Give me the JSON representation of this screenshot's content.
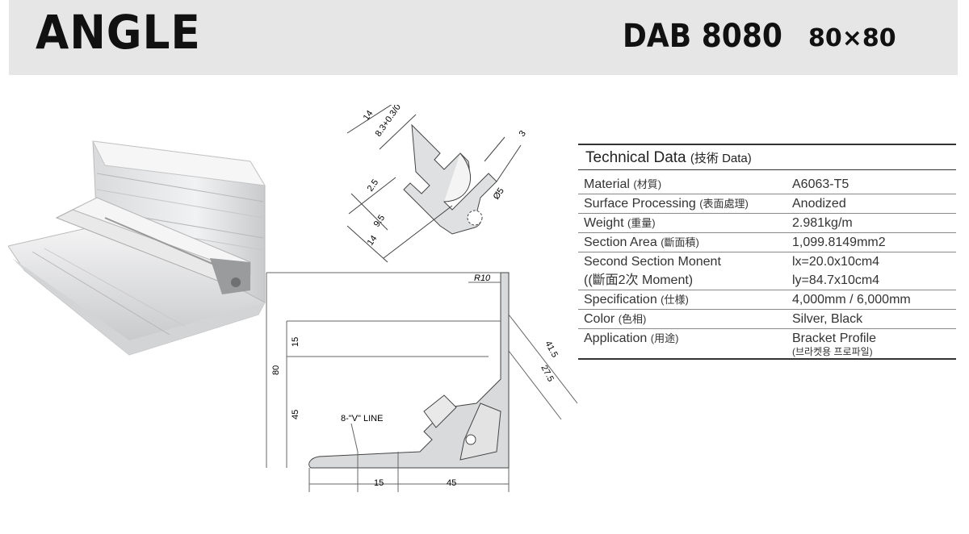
{
  "header": {
    "title": "ANGLE",
    "model": "DAB 8080",
    "size": "80×80"
  },
  "technical_data": {
    "heading": "Technical Data",
    "heading_sub": "(技術 Data)",
    "rows": [
      {
        "label": "Material",
        "label_sub": "(材質)",
        "value": "A6063-T5"
      },
      {
        "label": "Surface Processing",
        "label_sub": "(表面處理)",
        "value": "Anodized"
      },
      {
        "label": "Weight",
        "label_sub": "(重量)",
        "value": "2.981kg/m"
      },
      {
        "label": "Section Area",
        "label_sub": "(斷面積)",
        "value": "1,099.8149mm2"
      },
      {
        "label": "Second Section Monent",
        "label_sub": "",
        "value": "lx=20.0x10cm4"
      },
      {
        "label": "((斷面2次 Moment)",
        "label_sub": "",
        "value": "ly=84.7x10cm4"
      },
      {
        "label": "Specification",
        "label_sub": "(仕様)",
        "value": "4,000mm / 6,000mm"
      },
      {
        "label": "Color",
        "label_sub": "(色相)",
        "value": "Silver, Black"
      },
      {
        "label": "Application",
        "label_sub": "(用途)",
        "value": "Bracket Profile",
        "value_note": "(브라켓용 프로파일)"
      }
    ]
  },
  "drawing_top": {
    "dims": [
      "14",
      "8.3+0.3/0",
      "3",
      "2.5",
      "Ø5",
      "9.5",
      "14"
    ]
  },
  "drawing_main": {
    "dims": [
      "R10",
      "15",
      "80",
      "41.5",
      "27.5",
      "45",
      "8-\"V\" LINE",
      "15",
      "45"
    ]
  }
}
